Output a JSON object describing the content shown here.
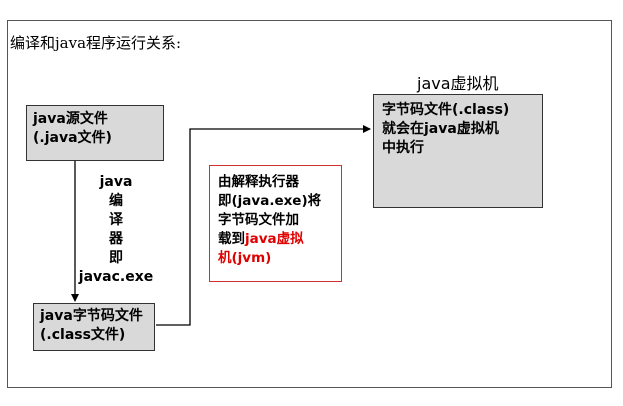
{
  "diagram": {
    "title": "编译和java程序运行关系:",
    "source_box": {
      "line1": "java源文件",
      "line2": "(.java文件)"
    },
    "compile_steps": [
      "java",
      "编",
      "译",
      "器",
      "即",
      "javac.exe"
    ],
    "class_box": {
      "line1": "java字节码文件",
      "line2": "(.class文件)"
    },
    "callout": {
      "line1": "由解释执行器",
      "line2": "即(java.exe)将",
      "line3": "字节码文件加",
      "line4_prefix": "载到",
      "line4_red": "java虚拟",
      "line5": "机(jvm)"
    },
    "vm_label": "java虚拟机",
    "vm_box": {
      "line1": "字节码文件(.class)",
      "line2": "就会在java虚拟机",
      "line3": "中执行"
    }
  },
  "colors": {
    "box_fill": "#d9d9d9",
    "callout_border": "#d03030",
    "highlight": "#e00000",
    "frame_border": "#555555"
  }
}
